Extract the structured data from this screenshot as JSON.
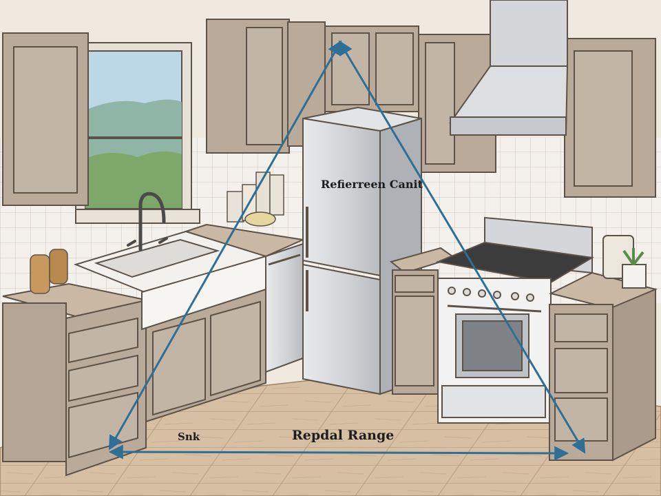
{
  "labels": {
    "refrigerator": "Refierreen Canit",
    "sink": "Snk",
    "range": "Repdal Range"
  },
  "colors": {
    "triangle": "#2f6f95",
    "cabinet": "#b9aa99",
    "cabinet_dark": "#9f8f7e",
    "counter": "#c9b8a3",
    "steel": "#d8d9db",
    "floor": "#d6bfa3",
    "tile": "#f4f1ec"
  }
}
